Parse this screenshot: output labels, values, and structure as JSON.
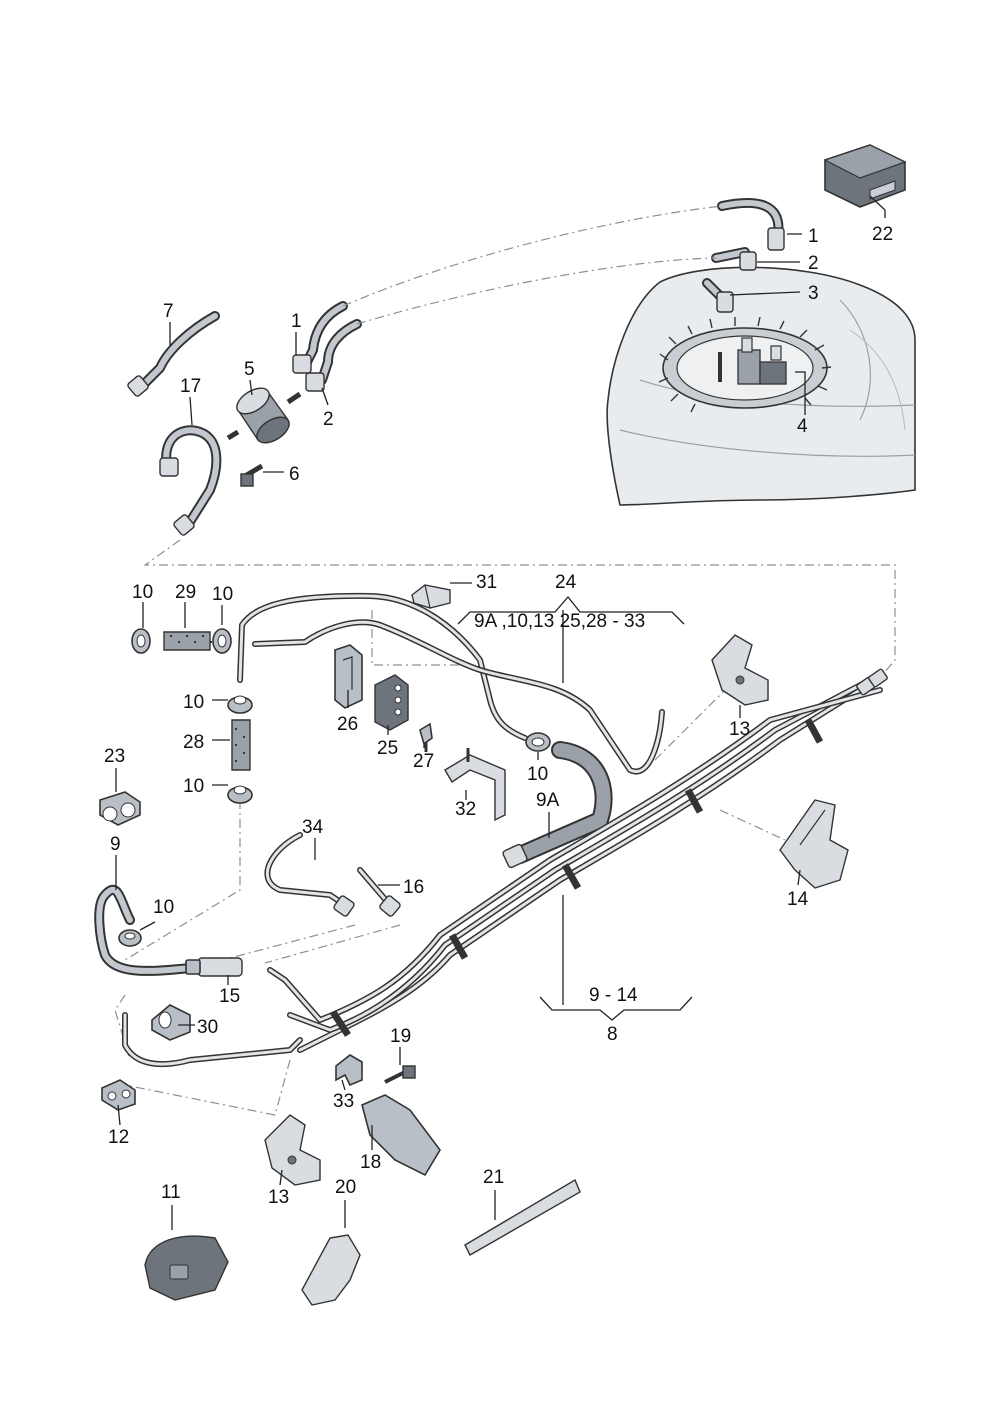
{
  "labels": {
    "l1_top": "1",
    "l2_top": "2",
    "l3": "3",
    "l4": "4",
    "l22": "22",
    "l7": "7",
    "l1_left": "1",
    "l5": "5",
    "l2_left": "2",
    "l17": "17",
    "l6": "6",
    "l10_a": "10",
    "l29": "29",
    "l10_b": "10",
    "l31": "31",
    "l24": "24",
    "group24": "9A ,10,13 25,28 - 33",
    "l10_c": "10",
    "l28": "28",
    "l10_d": "10",
    "l26": "26",
    "l25": "25",
    "l27": "27",
    "l13_right": "13",
    "l10_e": "10",
    "l32": "32",
    "l9A": "9A",
    "l23": "23",
    "l34": "34",
    "l14": "14",
    "l9": "9",
    "l10_f": "10",
    "l16": "16",
    "l15": "15",
    "l30": "30",
    "group8": "9 - 14",
    "l8": "8",
    "l19": "19",
    "l33": "33",
    "l12": "12",
    "l18": "18",
    "l13_bottom": "13",
    "l11": "11",
    "l20": "20",
    "l21": "21"
  }
}
